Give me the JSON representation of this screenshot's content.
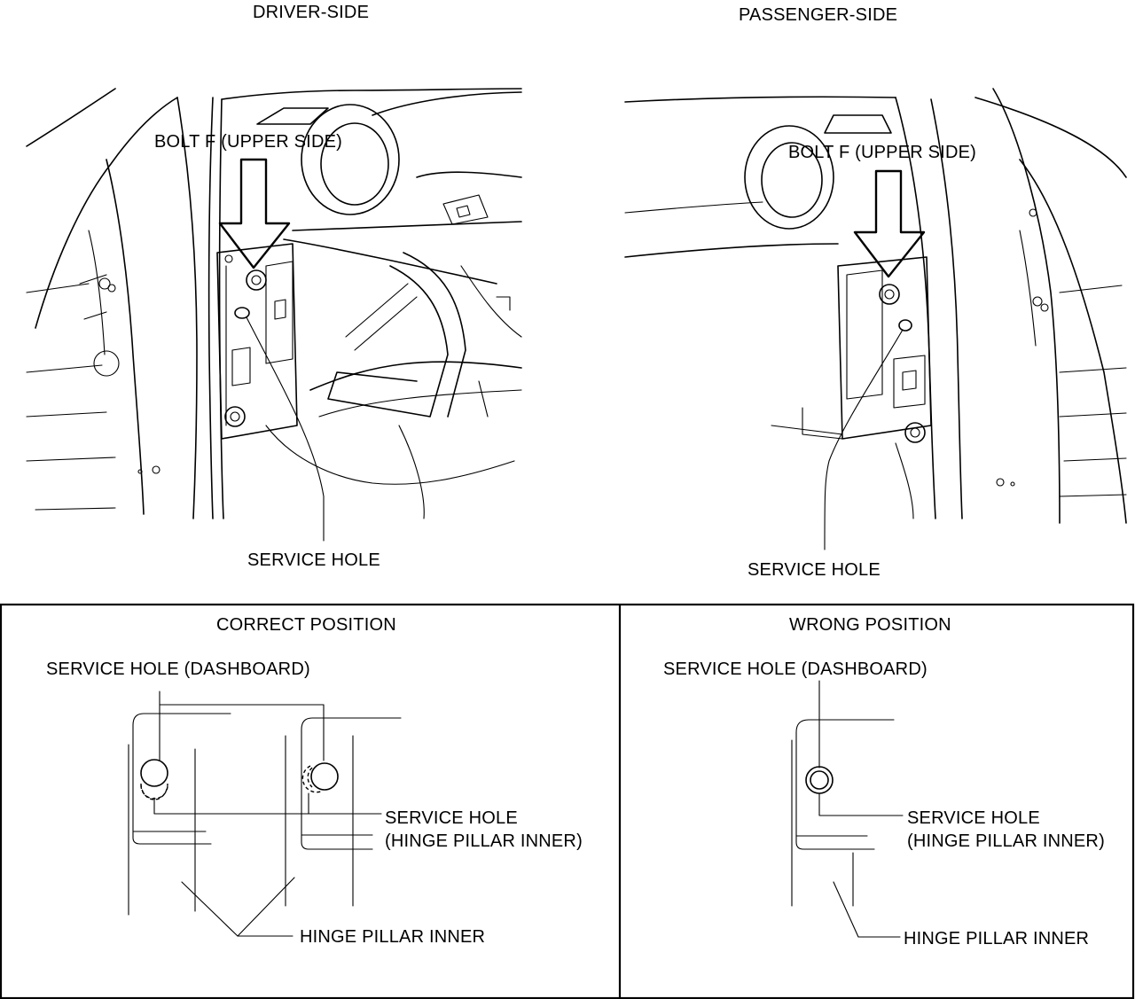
{
  "top": {
    "driver_side": {
      "heading": "DRIVER-SIDE",
      "bolt_label": "BOLT F (UPPER SIDE)",
      "service_hole_label": "SERVICE HOLE"
    },
    "passenger_side": {
      "heading": "PASSENGER-SIDE",
      "bolt_label": "BOLT F (UPPER SIDE)",
      "service_hole_label": "SERVICE HOLE"
    }
  },
  "bottom": {
    "correct": {
      "heading": "CORRECT POSITION",
      "dashboard_hole_label": "SERVICE HOLE (DASHBOARD)",
      "pillar_hole_label_line1": "SERVICE HOLE",
      "pillar_hole_label_line2": "(HINGE PILLAR INNER)",
      "pillar_label": "HINGE PILLAR INNER"
    },
    "wrong": {
      "heading": "WRONG POSITION",
      "dashboard_hole_label": "SERVICE HOLE (DASHBOARD)",
      "pillar_hole_label_line1": "SERVICE HOLE",
      "pillar_hole_label_line2": "(HINGE PILLAR INNER)",
      "pillar_label": "HINGE PILLAR INNER"
    }
  }
}
